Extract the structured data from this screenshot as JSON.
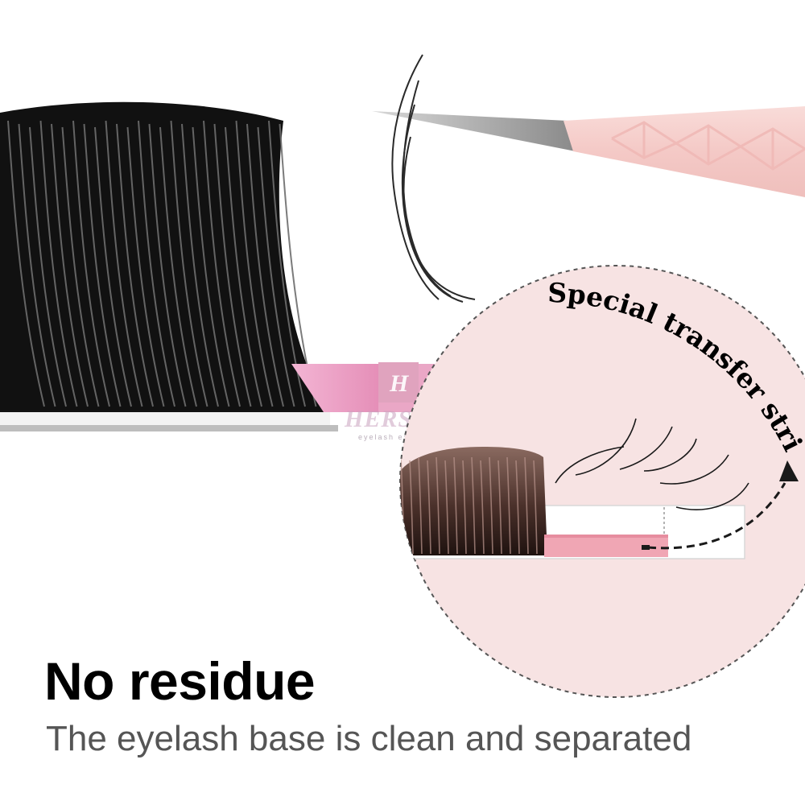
{
  "headline": "No residue",
  "subline": "The eyelash base is clean and separated",
  "callout_label": "Special transfer strip",
  "watermark": {
    "mark": "H",
    "name": "HERSQUEEN",
    "tagline": "eyelash extension"
  },
  "colors": {
    "background": "#ffffff",
    "headline": "#000000",
    "subline": "#555555",
    "tweezer_handle": "#f6cfcc",
    "magnifier_fill": "#f7e3e3",
    "transfer_strip": "#f0a6b4",
    "lash": "#141414"
  }
}
